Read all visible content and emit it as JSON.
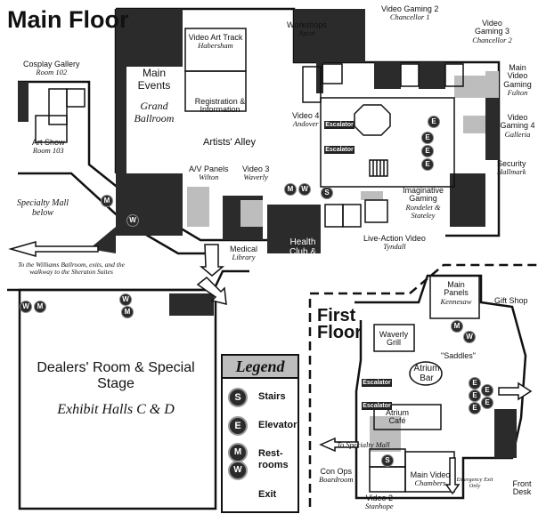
{
  "main_floor": {
    "title": "Main Floor",
    "rooms": [
      {
        "id": "main-events",
        "name": "Main Events",
        "venue": "Grand Ballroom"
      },
      {
        "id": "video-art-track",
        "name": "Video Art Track",
        "venue": "Habersham"
      },
      {
        "id": "registration",
        "name": "Registration & Information",
        "venue": ""
      },
      {
        "id": "artists-alley",
        "name": "Artists' Alley",
        "venue": ""
      },
      {
        "id": "workshops",
        "name": "Workshops",
        "venue": "Ascot"
      },
      {
        "id": "video-gaming-2",
        "name": "Video Gaming 2",
        "venue": "Chancellor 1"
      },
      {
        "id": "video-gaming-3",
        "name": "Video Gaming 3",
        "venue": "Chancellor 2"
      },
      {
        "id": "main-video-gaming",
        "name": "Main Video Gaming",
        "venue": "Fulton"
      },
      {
        "id": "video-gaming-4",
        "name": "Video Gaming 4",
        "venue": "Galleria"
      },
      {
        "id": "security",
        "name": "Security",
        "venue": "Hallmark"
      },
      {
        "id": "video-4",
        "name": "Video 4",
        "venue": "Andover"
      },
      {
        "id": "cosplay-gallery",
        "name": "Cosplay Gallery",
        "venue": "Room 102"
      },
      {
        "id": "art-show",
        "name": "Art Show",
        "venue": "Room 103"
      },
      {
        "id": "av-panels",
        "name": "A/V Panels",
        "venue": "Wilton"
      },
      {
        "id": "video-3",
        "name": "Video 3",
        "venue": "Waverly"
      },
      {
        "id": "imaginative-gaming",
        "name": "Imaginative Gaming",
        "venue": "Rondelet & Stateley"
      },
      {
        "id": "health-club",
        "name": "Health Club & Pool",
        "venue": ""
      },
      {
        "id": "live-action-video",
        "name": "Live-Action Video",
        "venue": "Tyndall"
      },
      {
        "id": "medical",
        "name": "Medical",
        "venue": "Library"
      }
    ],
    "specialty_mall": "Specialty Mall below",
    "williams_note": "To the Williams Ballroom, exits, and the walkway to the Sheraton Suites",
    "dealers": {
      "name": "Dealers' Room & Special Stage",
      "venue": "Exhibit Halls C & D"
    },
    "escalator": "Escalator"
  },
  "first_floor": {
    "title": "First Floor",
    "rooms": [
      {
        "id": "main-panels",
        "name": "Main Panels",
        "venue": "Kennesaw"
      },
      {
        "id": "gift-shop",
        "name": "Gift Shop",
        "venue": ""
      },
      {
        "id": "waverly-grill",
        "name": "Waverly Grill",
        "venue": ""
      },
      {
        "id": "saddles",
        "name": "\"Saddles\"",
        "venue": ""
      },
      {
        "id": "atrium-bar",
        "name": "Atrium Bar",
        "venue": ""
      },
      {
        "id": "atrium-cafe",
        "name": "Atrium Café",
        "venue": ""
      },
      {
        "id": "con-ops",
        "name": "Con Ops",
        "venue": "Boardroom"
      },
      {
        "id": "video-2",
        "name": "Video 2",
        "venue": "Stanhope"
      },
      {
        "id": "main-video",
        "name": "Main Video",
        "venue": "Chambers"
      },
      {
        "id": "front-desk",
        "name": "Front Desk",
        "venue": ""
      }
    ],
    "to_specialty_mall": "To Specialty Mall",
    "emergency_exit": "Emergency Exit Only",
    "escalator": "Escalator"
  },
  "legend": {
    "title": "Legend",
    "items": [
      {
        "symbol": "S",
        "label": "Stairs"
      },
      {
        "symbol": "E",
        "label": "Elevator"
      },
      {
        "symbol": "M W",
        "label": "Rest-rooms"
      },
      {
        "symbol": "arrow",
        "label": "Exit"
      }
    ]
  },
  "symbols": {
    "stairs": "S",
    "elevator": "E",
    "men": "M",
    "women": "W"
  },
  "colors": {
    "dark": "#2b2b2b",
    "gray": "#bdbdbd",
    "line": "#111111"
  }
}
